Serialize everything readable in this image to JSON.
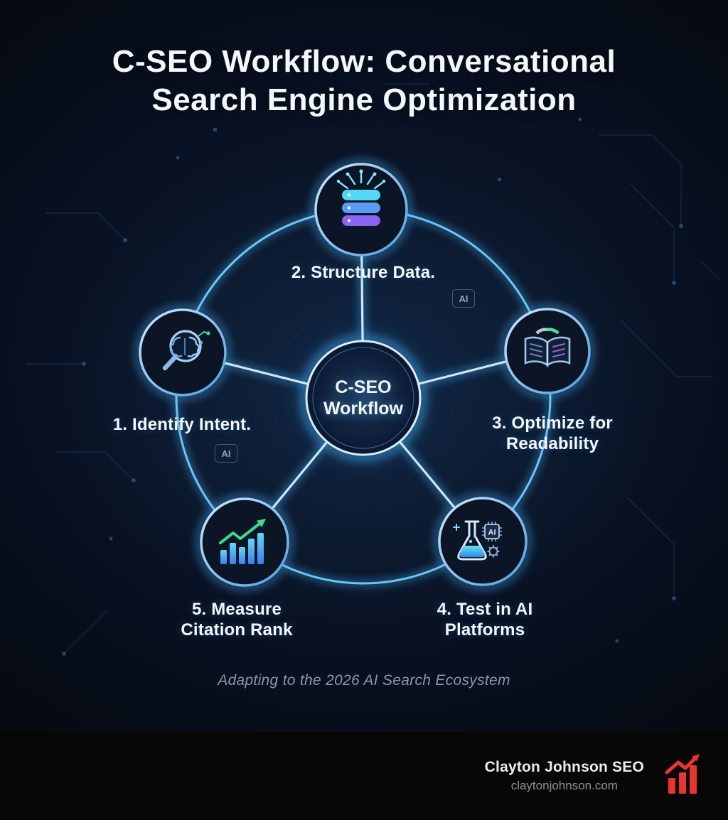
{
  "title": {
    "lines": [
      "C-SEO Workflow: Conversational",
      "Search Engine Optimization"
    ]
  },
  "hub": {
    "lines": [
      "C-SEO",
      "Workflow"
    ]
  },
  "nodes": [
    {
      "id": "identify-intent",
      "icon": "magnifier-brain-icon",
      "lines": [
        "1. Identify Intent."
      ]
    },
    {
      "id": "structure-data",
      "icon": "database-icon",
      "lines": [
        "2. Structure Data."
      ]
    },
    {
      "id": "optimize-readability",
      "icon": "open-book-icon",
      "lines": [
        "3. Optimize for",
        "Readability"
      ]
    },
    {
      "id": "test-ai-platforms",
      "icon": "flask-ai-icon",
      "lines": [
        "4. Test in AI",
        "Platforms"
      ]
    },
    {
      "id": "measure-citation-rank",
      "icon": "bar-chart-icon",
      "lines": [
        "5. Measure",
        "Citation Rank"
      ]
    }
  ],
  "background": {
    "ai_chips": [
      "AI",
      "AI"
    ]
  },
  "icons": {
    "ai_chip_label": "AI"
  },
  "subtitle": "Adapting to the 2026 AI Search Ecosystem",
  "footer": {
    "brand": "Clayton Johnson SEO",
    "website": "claytonjohnson.com"
  },
  "colors": {
    "background": "#0a1424",
    "accent_cyan": "#6cc6f4",
    "spoke_light": "#d6f0ff",
    "node_fill": "#0b1526",
    "subtitle_gray": "#8d97ab",
    "footer_bg": "#070708",
    "brand_red": "#e8362e"
  }
}
